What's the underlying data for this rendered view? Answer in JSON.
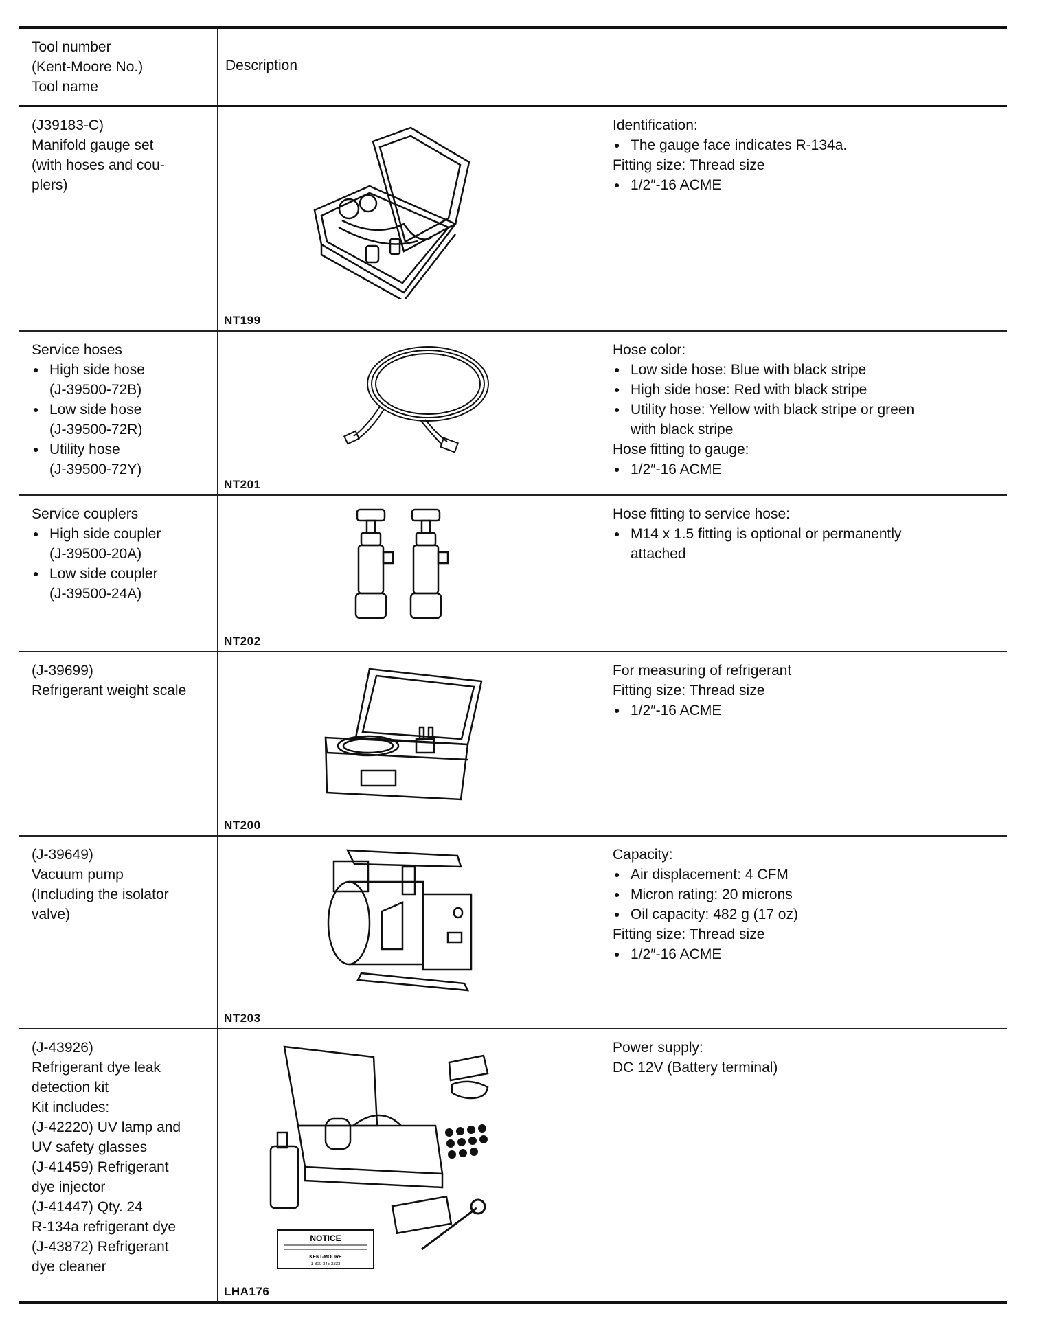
{
  "header": {
    "tool_col": [
      "Tool number",
      "(Kent-Moore No.)",
      "Tool name"
    ],
    "desc_col": "Description"
  },
  "rows": [
    {
      "tool": [
        "(J39183-C)",
        "Manifold gauge set",
        "(with hoses and cou-",
        "plers)"
      ],
      "figure_code": "NT199",
      "figure_icon": "manifold-gauge-case-illustration",
      "desc": [
        {
          "t": "Identification:",
          "bullet": false
        },
        {
          "t": "The gauge face indicates R-134a.",
          "bullet": true
        },
        {
          "t": "Fitting size: Thread size",
          "bullet": false
        },
        {
          "t": "1/2″-16 ACME",
          "bullet": true
        }
      ]
    },
    {
      "tool": [
        "Service hoses",
        "High side hose",
        "(J-39500-72B)",
        "Low side hose",
        "(J-39500-72R)",
        "Utility hose",
        "(J-39500-72Y)"
      ],
      "figure_code": "NT201",
      "figure_icon": "coiled-hose-illustration",
      "desc": [
        {
          "t": "Hose color:",
          "bullet": false
        },
        {
          "t": "Low side hose: Blue with black stripe",
          "bullet": true
        },
        {
          "t": "High side hose: Red with black stripe",
          "bullet": true
        },
        {
          "t": "Utility hose: Yellow with black stripe or green",
          "bullet": true
        },
        {
          "t": "with black stripe",
          "bullet": false,
          "indent": true
        },
        {
          "t": "Hose fitting to gauge:",
          "bullet": false
        },
        {
          "t": "1/2″-16 ACME",
          "bullet": true
        }
      ]
    },
    {
      "tool": [
        "Service couplers",
        "High side coupler",
        "(J-39500-20A)",
        "Low side coupler",
        "(J-39500-24A)"
      ],
      "figure_code": "NT202",
      "figure_icon": "service-couplers-illustration",
      "desc": [
        {
          "t": "Hose fitting to service hose:",
          "bullet": false
        },
        {
          "t": "M14 x 1.5 fitting is optional or permanently",
          "bullet": true
        },
        {
          "t": "attached",
          "bullet": false,
          "indent": true
        }
      ]
    },
    {
      "tool": [
        "(J-39699)",
        "Refrigerant weight scale"
      ],
      "figure_code": "NT200",
      "figure_icon": "weight-scale-case-illustration",
      "desc": [
        {
          "t": "For measuring of refrigerant",
          "bullet": false
        },
        {
          "t": "Fitting size: Thread size",
          "bullet": false
        },
        {
          "t": "1/2″-16 ACME",
          "bullet": true
        }
      ]
    },
    {
      "tool": [
        "(J-39649)",
        "Vacuum pump",
        "(Including the isolator",
        "valve)"
      ],
      "figure_code": "NT203",
      "figure_icon": "vacuum-pump-illustration",
      "desc": [
        {
          "t": "Capacity:",
          "bullet": false
        },
        {
          "t": "Air displacement: 4 CFM",
          "bullet": true
        },
        {
          "t": "Micron rating: 20 microns",
          "bullet": true
        },
        {
          "t": "Oil capacity: 482 g (17 oz)",
          "bullet": true
        },
        {
          "t": "Fitting size: Thread size",
          "bullet": false
        },
        {
          "t": "1/2″-16 ACME",
          "bullet": true
        }
      ]
    },
    {
      "tool": [
        "(J-43926)",
        "Refrigerant dye leak",
        "detection kit",
        "Kit includes:",
        "(J-42220) UV lamp and",
        "UV safety glasses",
        "(J-41459) Refrigerant",
        "dye injector",
        "(J-41447) Qty. 24",
        "R-134a refrigerant dye",
        "(J-43872) Refrigerant",
        "dye cleaner"
      ],
      "figure_code": "LHA176",
      "figure_icon": "dye-leak-kit-illustration",
      "notice_title": "NOTICE",
      "notice_brand": "KENT-MOORE",
      "notice_phone": "1-800-345-2233",
      "desc": [
        {
          "t": "Power supply:",
          "bullet": false
        },
        {
          "t": "DC 12V (Battery terminal)",
          "bullet": false
        }
      ]
    }
  ]
}
